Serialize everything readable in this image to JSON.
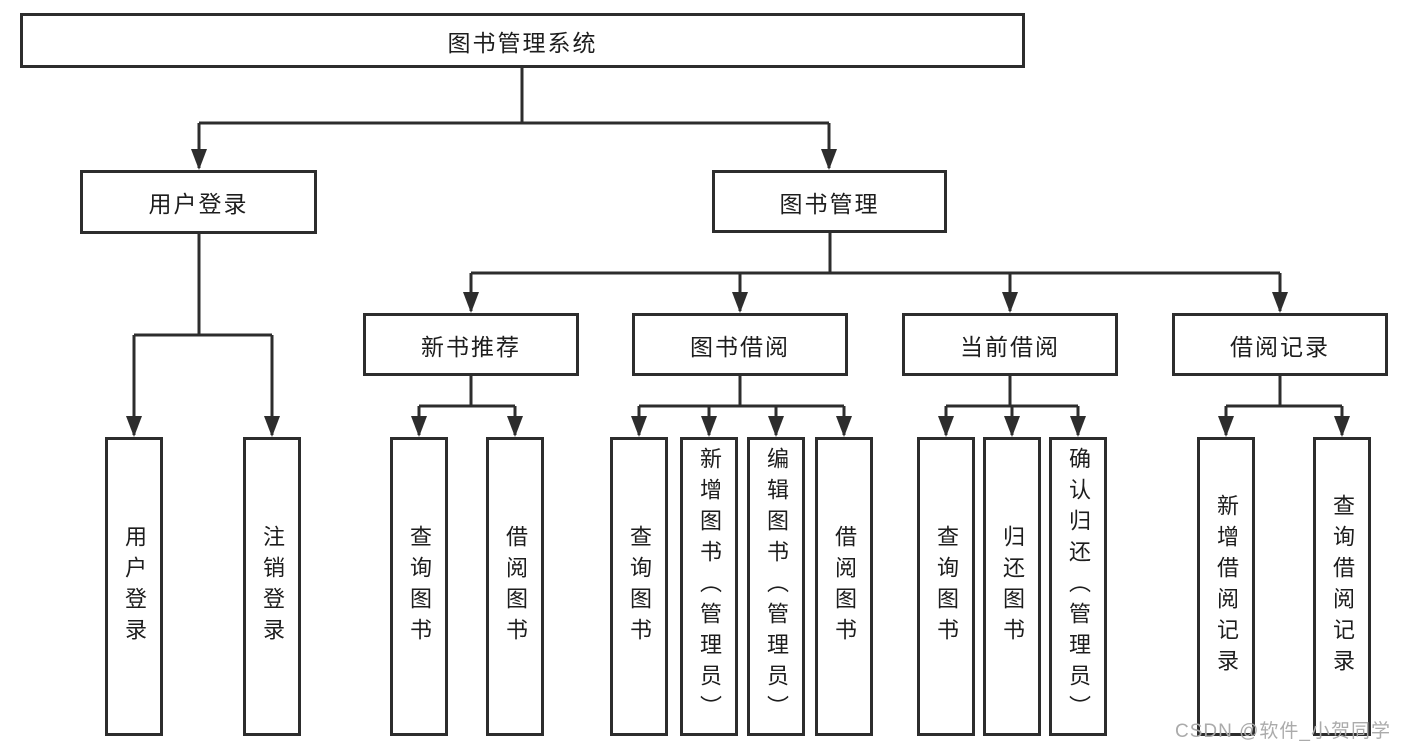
{
  "diagram": {
    "type": "tree",
    "root": "图书管理系统",
    "hierarchy": [
      {
        "label": "用户登录",
        "children": [
          "用户登录",
          "注销登录"
        ]
      },
      {
        "label": "图书管理",
        "children": [
          {
            "label": "新书推荐",
            "children": [
              "查询图书",
              "借阅图书"
            ]
          },
          {
            "label": "图书借阅",
            "children": [
              "查询图书",
              "新增图书（管理员）",
              "编辑图书（管理员）",
              "借阅图书"
            ]
          },
          {
            "label": "当前借阅",
            "children": [
              "查询图书",
              "归还图书",
              "确认归还（管理员）"
            ]
          },
          {
            "label": "借阅记录",
            "children": [
              "新增借阅记录",
              "查询借阅记录"
            ]
          }
        ]
      }
    ]
  },
  "nodes": {
    "root": "图书管理系统",
    "userLogin": "用户登录",
    "bookMgmt": "图书管理",
    "newBookRec": "新书推荐",
    "bookBorrow": "图书借阅",
    "currentBorrow": "当前借阅",
    "borrowRecord": "借阅记录",
    "leafUserLogin": "用户登录",
    "leafLogout": "注销登录",
    "leafNbrQuery": "查询图书",
    "leafNbrBorrow": "借阅图书",
    "leafBbQuery": "查询图书",
    "leafBbAdd": "新增图书（管理员）",
    "leafBbEdit": "编辑图书（管理员）",
    "leafBbBorrow": "借阅图书",
    "leafCbQuery": "查询图书",
    "leafCbReturn": "归还图书",
    "leafCbConfirm": "确认归还（管理员）",
    "leafBrAdd": "新增借阅记录",
    "leafBrQuery": "查询借阅记录"
  },
  "watermark": "CSDN @软件_小贺同学",
  "colors": {
    "line": "#2d2d2d",
    "box_border": "#2d2d2d",
    "box_bg": "#ffffff",
    "text": "#1d1d1d",
    "watermark": "#ababab",
    "background": "#ffffff"
  }
}
